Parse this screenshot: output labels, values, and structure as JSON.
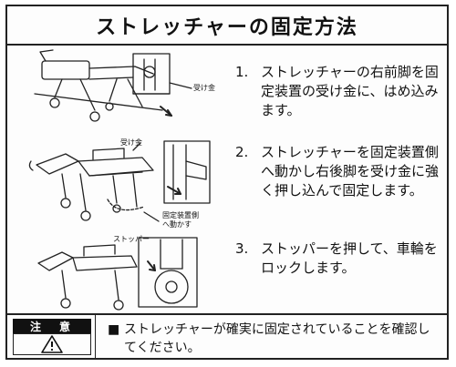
{
  "title": "ストレッチャーの固定方法",
  "steps": [
    {
      "num": "1.",
      "text": "ストレッチャーの右前脚を固定装置の受け金に、はめ込みます。"
    },
    {
      "num": "2.",
      "text": "ストレッチャーを固定装置側へ動かし右後脚を受け金に強く押し込んで固定します。"
    },
    {
      "num": "3.",
      "text": "ストッパーを押して、車輪をロックします。"
    }
  ],
  "figures": {
    "fig1_label": "受け金",
    "fig2_label_top": "受け金",
    "fig2_label_bottom_1": "固定装置側",
    "fig2_label_bottom_2": "へ動かす",
    "fig3_label": "ストッパー"
  },
  "caution": {
    "label": "注　意",
    "bullet": "■",
    "text": "ストレッチャーが確実に固定されていることを確認してください。",
    "icon": "warning-triangle-icon"
  }
}
